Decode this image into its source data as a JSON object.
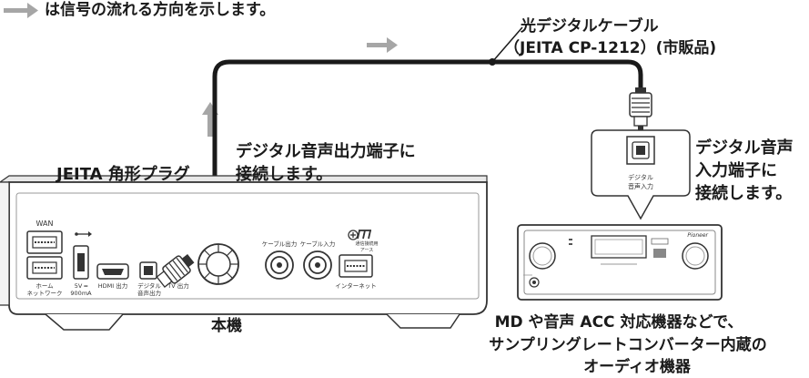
{
  "legend": {
    "text": "は信号の流れる方向を示します。"
  },
  "cable": {
    "line1": "光デジタルケーブル",
    "line2": "（JEITA CP-1212）(市販品)"
  },
  "plug_label": "JEITA 角形プラグ",
  "output_callout": {
    "line1": "デジタル音声出力端子に",
    "line2": "接続します。"
  },
  "input_callout": {
    "line1": "デジタル音声",
    "line2": "入力端子に",
    "line3": "接続します。"
  },
  "device_label": "本機",
  "audio_device": {
    "line1": "MD や音声 ACC 対応機器などで、",
    "line2": "サンプリングレートコンバーター内蔵の",
    "line3": "オーディオ機器"
  },
  "receiver_port": {
    "line1": "デジタル",
    "line2": "音声入力"
  },
  "receiver_brand": "Pioneer",
  "box_ports": {
    "wan": "WAN",
    "home_network_1": "ホーム",
    "home_network_2": "ネットワーク",
    "usb_power_1": "5V ═",
    "usb_power_2": "900mA",
    "hdmi": "HDMI 出力",
    "digital_audio_1": "デジタル",
    "digital_audio_2": "音声出力",
    "tv_out": "TV 出力",
    "cable_out": "ケーブル出力",
    "cable_in": "ケーブル入力",
    "ground_1": "通信接続用",
    "ground_2": "アース",
    "internet": "インターネット"
  },
  "colors": {
    "arrow": "#a6a6a6",
    "cable": "#1a1a1a",
    "device_fill": "#ffffff",
    "device_stroke": "#333333"
  }
}
